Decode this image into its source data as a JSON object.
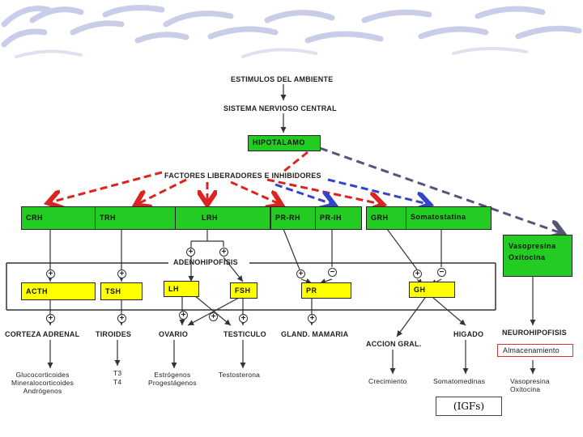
{
  "title": "ESTIMULOS DEL AMBIENTE",
  "snc": "SISTEMA NERVIOSO CENTRAL",
  "hipotalamo": "HIPOTALAMO",
  "factores": "FACTORES LIBERADORES E INHIBIDORES",
  "releasing": {
    "crh": "CRH",
    "trh": "TRH",
    "lrh": "LRH",
    "prrh": "PR-RH",
    "prih": "PR-IH",
    "grh": "GRH",
    "somatostatina": "Somatostatina"
  },
  "neurohormones": {
    "vasopresina": "Vasopresina",
    "oxitocina": "Oxitocina"
  },
  "adenohipofisis": "ADENOHIPOFISIS",
  "pituitary": {
    "acth": "ACTH",
    "tsh": "TSH",
    "lh": "LH",
    "fsh": "FSH",
    "pr": "PR",
    "gh": "GH"
  },
  "targets": {
    "corteza": "CORTEZA ADRENAL",
    "tiroides": "TIROIDES",
    "ovario": "OVARIO",
    "testiculo": "TESTICULO",
    "mamaria": "GLAND. MAMARIA",
    "accion": "ACCION GRAL.",
    "higado": "HIGADO",
    "neurohipofisis": "NEUROHIPOFISIS",
    "almacenamiento": "Almacenamiento"
  },
  "products": {
    "gluco": "Glucocorticoides",
    "mineralo": "Mineralocorticoides",
    "andro": "Andrógenos",
    "t3": "T3",
    "t4": "T4",
    "estro": "Estrógenos",
    "proge": "Progestágenos",
    "testo": "Testosterona",
    "crec": "Crecimiento",
    "somato": "Somatomedinas",
    "vaso2": "Vasopresina",
    "oxi2": "Oxitocina"
  },
  "igfs": "(IGFs)",
  "signs": {
    "plus": "+",
    "minus": "−"
  },
  "colors": {
    "green": "#22cc22",
    "yellow": "#ffff00",
    "red_arrow": "#dd2222",
    "blue_arrow": "#3344cc",
    "gray_arrow": "#555577",
    "band": "#c9cde8",
    "almacen_border": "#dd3333"
  }
}
